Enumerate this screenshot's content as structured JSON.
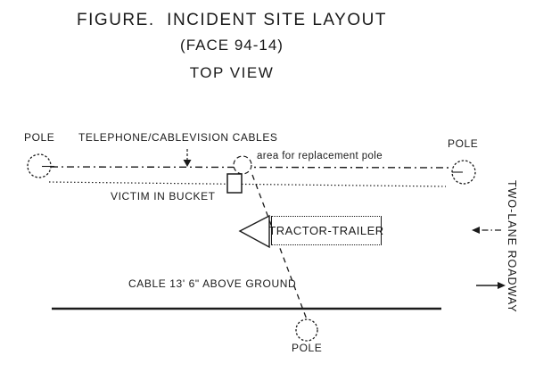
{
  "figure": {
    "title": "FIGURE.  INCIDENT SITE LAYOUT",
    "subtitle": "(FACE 94-14)",
    "view": "TOP VIEW"
  },
  "labels": {
    "pole_left": "POLE",
    "pole_right": "POLE",
    "pole_bottom": "POLE",
    "telephone_cables": "TELEPHONE/CABLEVISION CABLES",
    "replacement_area": "area for replacement pole",
    "victim": "VICTIM IN BUCKET",
    "tractor_trailer": "TRACTOR-TRAILER",
    "cable_height": "CABLE 13' 6\" ABOVE GROUND",
    "roadway": "TWO-LANE ROADWAY"
  },
  "colors": {
    "ink": "#1a1a1a",
    "paper": "#ffffff"
  }
}
